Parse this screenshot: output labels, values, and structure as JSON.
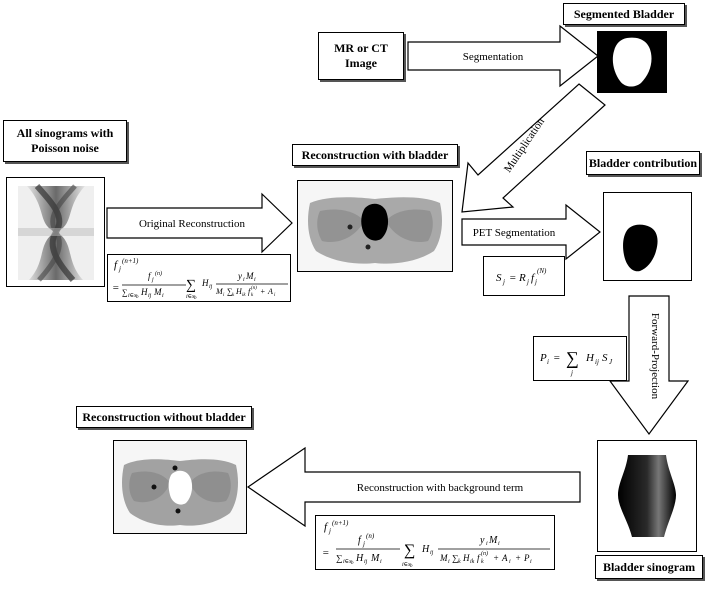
{
  "labels": {
    "segmented_bladder": "Segmented Bladder",
    "mr_ct_image": "MR or CT Image",
    "all_sinograms": "All sinograms with Poisson noise",
    "recon_with_bladder": "Reconstruction with bladder",
    "bladder_contribution": "Bladder contribution",
    "recon_without_bladder": "Reconstruction without bladder",
    "bladder_sinogram": "Bladder sinogram"
  },
  "arrows": {
    "segmentation": "Segmentation",
    "multiplication": "Multiplication",
    "original_reconstruction": "Original Reconstruction",
    "pet_segmentation": "PET Segmentation",
    "forward_projection": "Forward-Projection",
    "recon_background": "Reconstruction with background term"
  },
  "equations": {
    "mlem_lhs": "f",
    "sj": "S",
    "pi": "P"
  }
}
